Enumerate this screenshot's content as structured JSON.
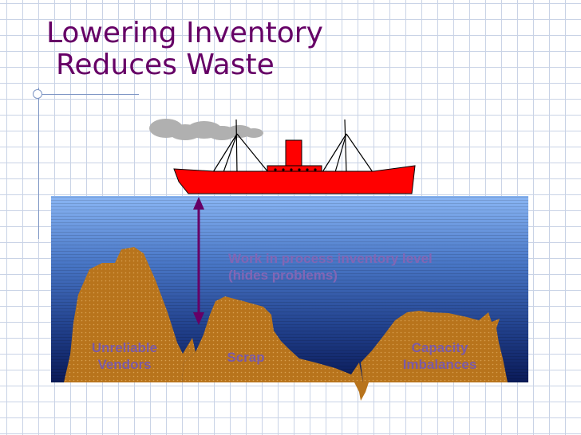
{
  "slide": {
    "title_line1": "Lowering Inventory",
    "title_line2": "Reduces Waste"
  },
  "diagram": {
    "wip_label_line1": "Work in process inventory level",
    "wip_label_line2": "(hides problems)",
    "rocks": [
      {
        "line1": "Unreliable",
        "line2": "Vendors"
      },
      {
        "line1": "Scrap",
        "line2": ""
      },
      {
        "line1": "Capacity",
        "line2": "Imbalances"
      }
    ]
  },
  "colors": {
    "title": "#660066",
    "ship": "#ff0000",
    "water_top": "#8ab6f4",
    "water_bottom": "#0a1a58",
    "rock": "#b8741c",
    "arrow": "#660066",
    "label": "#7a5aa8",
    "smoke": "#b0b0b0"
  }
}
